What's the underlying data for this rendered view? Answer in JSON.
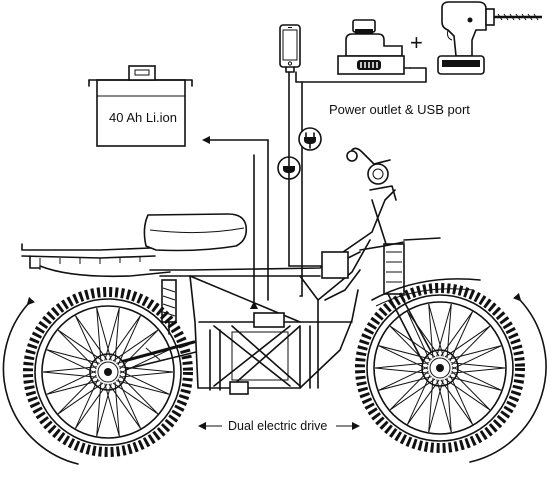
{
  "labels": {
    "battery": "40 Ah Li.ion",
    "power": "Power outlet & USB port",
    "drive": "Dual electric drive",
    "plus": "+"
  },
  "icons": [
    "battery-icon",
    "smartphone-icon",
    "charger-icon",
    "power-drill-icon",
    "plug-icon",
    "electric-motorbike-icon",
    "rear-wheel-icon",
    "front-wheel-icon",
    "rotation-arrow-icon"
  ]
}
